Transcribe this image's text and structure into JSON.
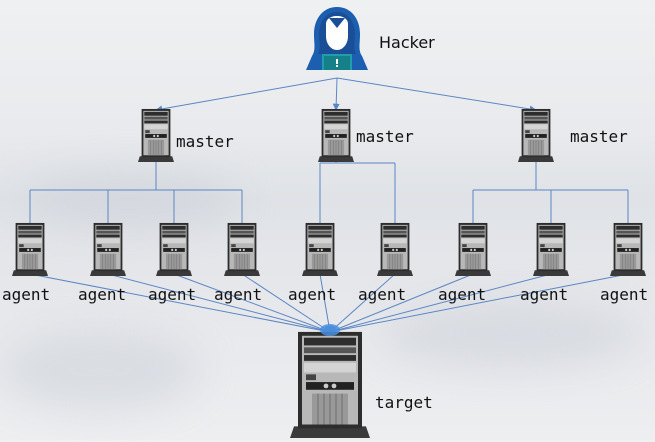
{
  "title": "DDoS attack architecture",
  "colors": {
    "link": "#5b86c4",
    "hacker_body": "#1c5fb0",
    "hacker_accent": "#1fa0a8",
    "server_dark": "#2d2d2d",
    "server_mid": "#9a9a9a"
  },
  "hacker": {
    "label": "Hacker",
    "icon": "hooded-hacker-icon"
  },
  "masters": [
    {
      "label": "master",
      "icon": "server-tower-icon"
    },
    {
      "label": "master",
      "icon": "server-tower-icon"
    },
    {
      "label": "master",
      "icon": "server-tower-icon"
    }
  ],
  "agents": [
    {
      "label": "agent",
      "master": 0
    },
    {
      "label": "agent",
      "master": 0
    },
    {
      "label": "agent",
      "master": 0
    },
    {
      "label": "agent",
      "master": 0
    },
    {
      "label": "agent",
      "master": 1
    },
    {
      "label": "agent",
      "master": 1
    },
    {
      "label": "agent",
      "master": 2
    },
    {
      "label": "agent",
      "master": 2
    },
    {
      "label": "agent",
      "master": 2
    }
  ],
  "target": {
    "label": "target",
    "icon": "server-tower-icon"
  }
}
